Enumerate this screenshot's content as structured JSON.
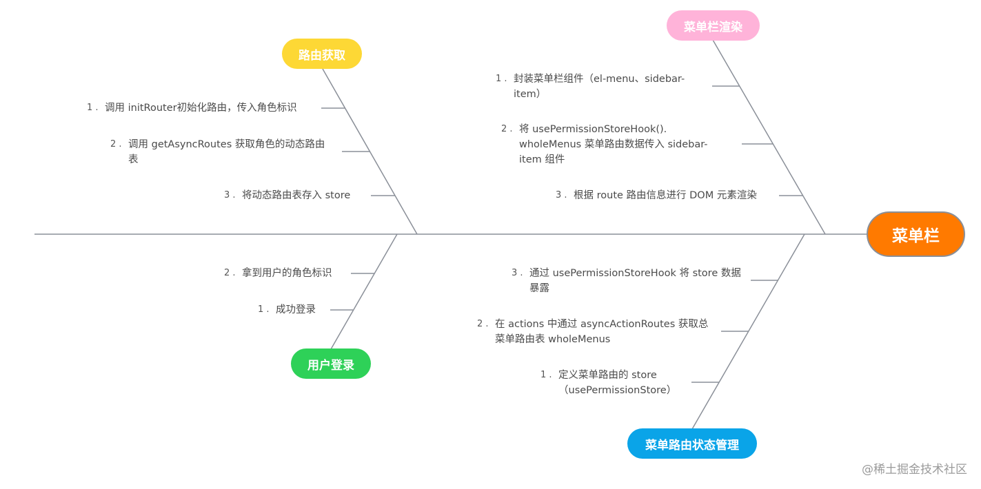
{
  "root": {
    "label": "菜单栏",
    "color": "#ff7a00"
  },
  "branches": {
    "route_fetch": {
      "label": "路由获取",
      "color": "#fdd835",
      "items": [
        {
          "num": "1 .",
          "text": "调用 initRouter初始化路由，传入角色标识"
        },
        {
          "num": "2 .",
          "text": "调用 getAsyncRoutes 获取角色的动态路由表"
        },
        {
          "num": "3 .",
          "text": "将动态路由表存入  store"
        }
      ]
    },
    "menu_render": {
      "label": "菜单栏渲染",
      "color": "#ffb3d9",
      "items": [
        {
          "num": "1 .",
          "text": "封装菜单栏组件（el-menu、sidebar-item）"
        },
        {
          "num": "2 .",
          "text": "将 usePermissionStoreHook(). wholeMenus 菜单路由数据传入 sidebar-item 组件"
        },
        {
          "num": "3 .",
          "text": "根据 route 路由信息进行 DOM 元素渲染"
        }
      ]
    },
    "user_login": {
      "label": "用户登录",
      "color": "#2ed158",
      "items": [
        {
          "num": "2 .",
          "text": "拿到用户的角色标识"
        },
        {
          "num": "1 .",
          "text": "成功登录"
        }
      ]
    },
    "menu_state": {
      "label": "菜单路由状态管理",
      "color": "#0aa4e8",
      "items": [
        {
          "num": "3 .",
          "text": "通过 usePermissionStoreHook 将 store 数据暴露"
        },
        {
          "num": "2 .",
          "text": "在 actions 中通过 asyncActionRoutes 获取总菜单路由表 wholeMenus"
        },
        {
          "num": "1 .",
          "text": "定义菜单路由的 store（usePermissionStore）"
        }
      ]
    }
  },
  "watermark": "@稀土掘金技术社区",
  "line_color": "#8a8f98"
}
